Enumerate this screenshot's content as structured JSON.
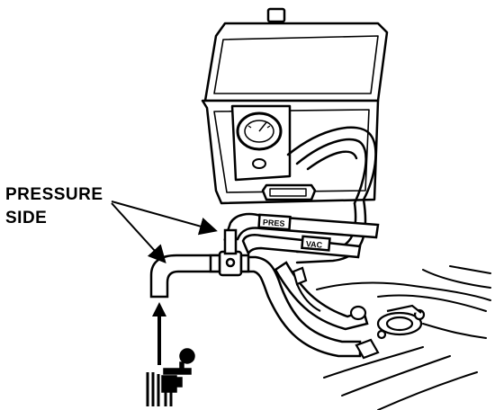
{
  "callout": {
    "line1": "PRESSURE",
    "line2": "SIDE"
  },
  "hose_labels": {
    "pressure": "PRES",
    "vacuum": "VAC"
  },
  "colors": {
    "ink": "#000000",
    "paper": "#ffffff"
  }
}
